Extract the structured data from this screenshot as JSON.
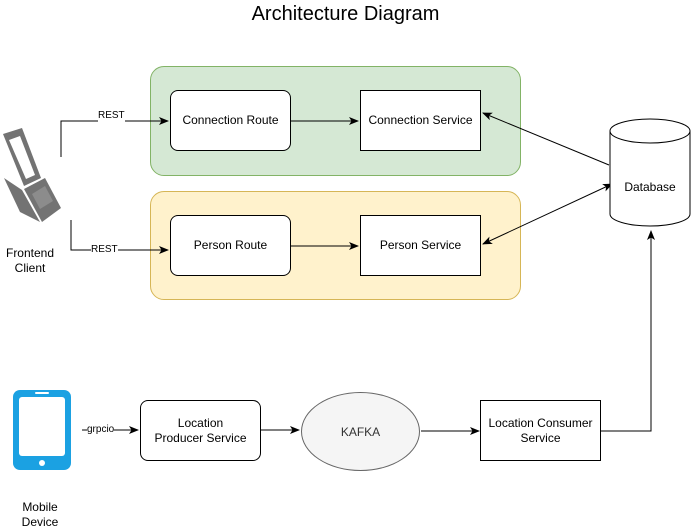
{
  "title": "Architecture Diagram",
  "nodes": {
    "connection_route": "Connection Route",
    "connection_service": "Connection Service",
    "person_route": "Person Route",
    "person_service": "Person Service",
    "database": "Database",
    "frontend_client": "Frontend\nClient",
    "mobile_device": "Mobile\nDevice",
    "location_producer": "Location\nProducer Service",
    "kafka": "KAFKA",
    "location_consumer": "Location Consumer\nService"
  },
  "edges": {
    "rest_top": "REST",
    "rest_bottom": "REST",
    "grpcio": "grpcio"
  },
  "icons": {
    "frontend": "laptop-icon",
    "mobile": "smartphone-icon"
  },
  "colors": {
    "group_green_fill": "#d5e8d4",
    "group_green_stroke": "#82b366",
    "group_yellow_fill": "#fff2cc",
    "group_yellow_stroke": "#d6b656",
    "kafka_fill": "#f5f5f5",
    "device_gray": "#737373",
    "device_blue": "#1ba1e2"
  }
}
